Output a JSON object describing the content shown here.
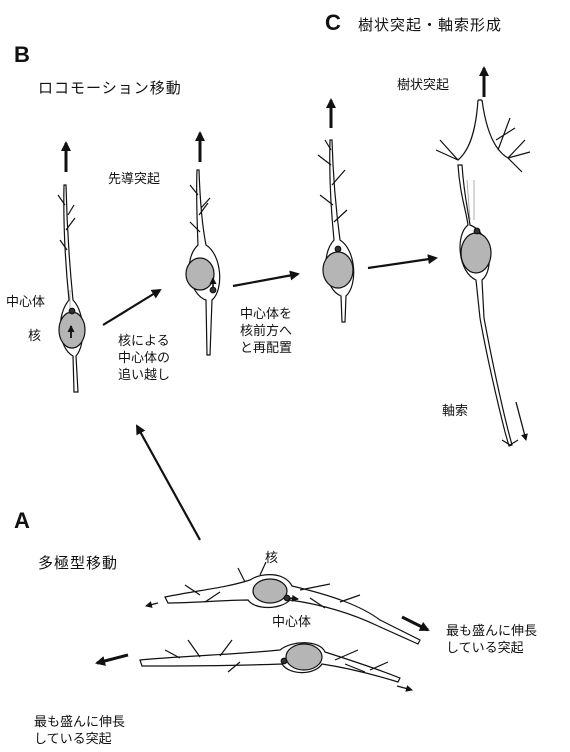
{
  "sections": {
    "c": {
      "letter": "C",
      "title": "樹状突起・軸索形成"
    },
    "b": {
      "letter": "B",
      "title": "ロコモーション移動"
    },
    "a": {
      "letter": "A",
      "title": "多極型移動"
    }
  },
  "labels": {
    "leading_process": "先導突起",
    "centrosome_b": "中心体",
    "nucleus_b": "核",
    "overtake": "核による\n中心体の\n追い越し",
    "reposition": "中心体を\n核前方へ\nと再配置",
    "dendrite": "樹状突起",
    "axon": "軸索",
    "nucleus_a": "核",
    "centrosome_a": "中心体",
    "most_active_1": "最も盛んに伸長\nしている突起",
    "most_active_2": "最も盛んに伸長\nしている突起"
  },
  "colors": {
    "nucleus_fill": "#b5b5b5",
    "cell_fill": "#ffffff",
    "stroke": "#111111"
  }
}
